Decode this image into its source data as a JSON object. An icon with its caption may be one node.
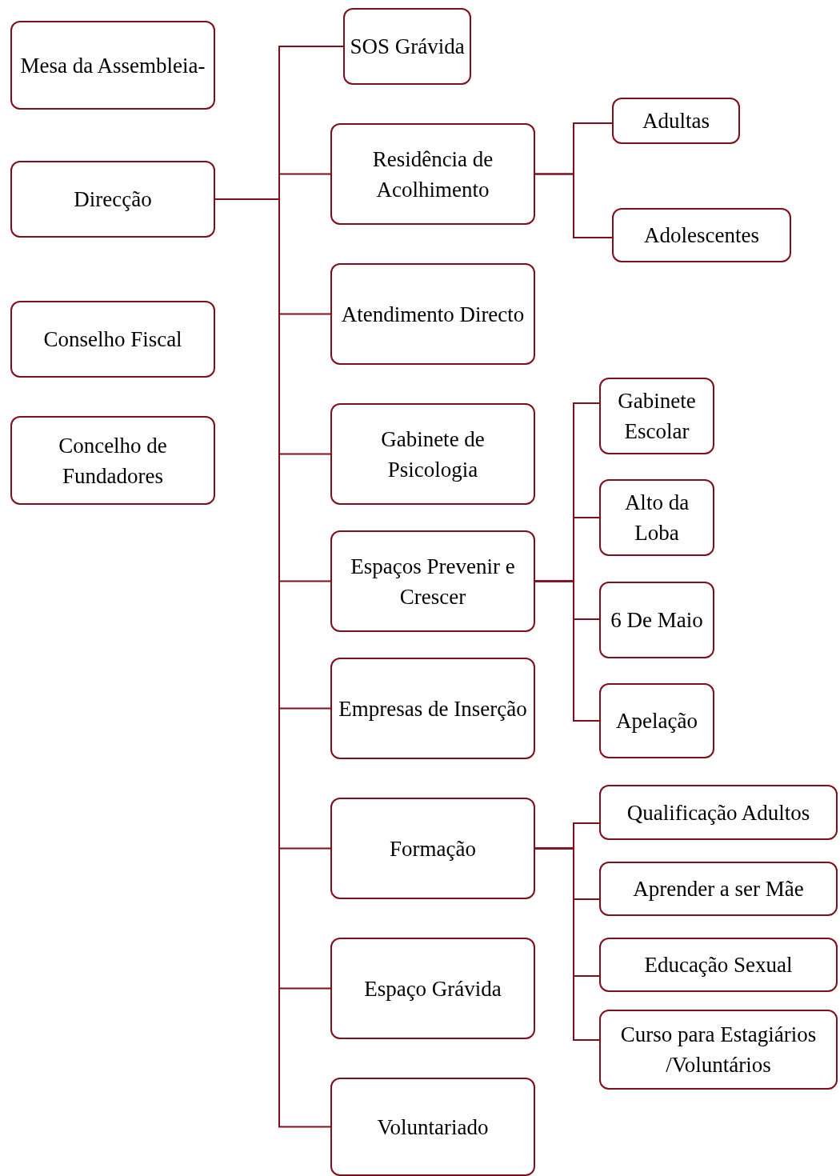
{
  "diagram": {
    "nodes": [
      {
        "text": [
          "Mesa da Assembleia-"
        ]
      },
      {
        "text": [
          "Direcção"
        ]
      },
      {
        "text": [
          "Conselho Fiscal"
        ]
      },
      {
        "text": [
          "Concelho de Fundadores"
        ]
      },
      {
        "text": [
          "SOS Grávida"
        ]
      },
      {
        "text": [
          "Residência de Acolhimento"
        ]
      },
      {
        "text": [
          "Adultas"
        ]
      },
      {
        "text": [
          "Adolescentes"
        ]
      },
      {
        "text": [
          "Atendimento Directo"
        ]
      },
      {
        "text": [
          "Gabinete de Psicologia"
        ]
      },
      {
        "text": [
          "Gabinete Escolar"
        ]
      },
      {
        "text": [
          "Alto da Loba"
        ]
      },
      {
        "text": [
          "Espaços Prevenir e Crescer"
        ]
      },
      {
        "text": [
          "6 De Maio"
        ]
      },
      {
        "text": [
          "Empresas de Inserção"
        ]
      },
      {
        "text": [
          "Apelação"
        ]
      },
      {
        "text": [
          "Qualificação Adultos"
        ]
      },
      {
        "text": [
          "Formação"
        ]
      },
      {
        "text": [
          "Aprender a ser Mãe"
        ]
      },
      {
        "text": [
          "Educação Sexual"
        ]
      },
      {
        "text": [
          "Espaço Grávida"
        ]
      },
      {
        "text": [
          "Curso para Estagiários /Voluntários"
        ]
      },
      {
        "text": [
          "Voluntariado"
        ]
      }
    ],
    "edges": [
      {
        "from": 1,
        "to": 4,
        "arrow": "none"
      },
      {
        "from": 1,
        "to": 5,
        "arrow": "none"
      },
      {
        "from": 1,
        "to": 8,
        "arrow": "none"
      },
      {
        "from": 1,
        "to": 9,
        "arrow": "none"
      },
      {
        "from": 1,
        "to": 12,
        "arrow": "none"
      },
      {
        "from": 1,
        "to": 14,
        "arrow": "none"
      },
      {
        "from": 1,
        "to": 17,
        "arrow": "none"
      },
      {
        "from": 1,
        "to": 20,
        "arrow": "none"
      },
      {
        "from": 1,
        "to": 22,
        "arrow": "none"
      },
      {
        "from": 5,
        "to": 6,
        "arrow": "none"
      },
      {
        "from": 5,
        "to": 7,
        "arrow": "none"
      },
      {
        "from": 12,
        "to": 10,
        "arrow": "none"
      },
      {
        "from": 12,
        "to": 11,
        "arrow": "none"
      },
      {
        "from": 12,
        "to": 13,
        "arrow": "none"
      },
      {
        "from": 12,
        "to": 15,
        "arrow": "none"
      },
      {
        "from": 17,
        "to": 16,
        "arrow": "none"
      },
      {
        "from": 17,
        "to": 18,
        "arrow": "none"
      },
      {
        "from": 17,
        "to": 19,
        "arrow": "none"
      },
      {
        "from": 17,
        "to": 21,
        "arrow": "none"
      }
    ]
  }
}
